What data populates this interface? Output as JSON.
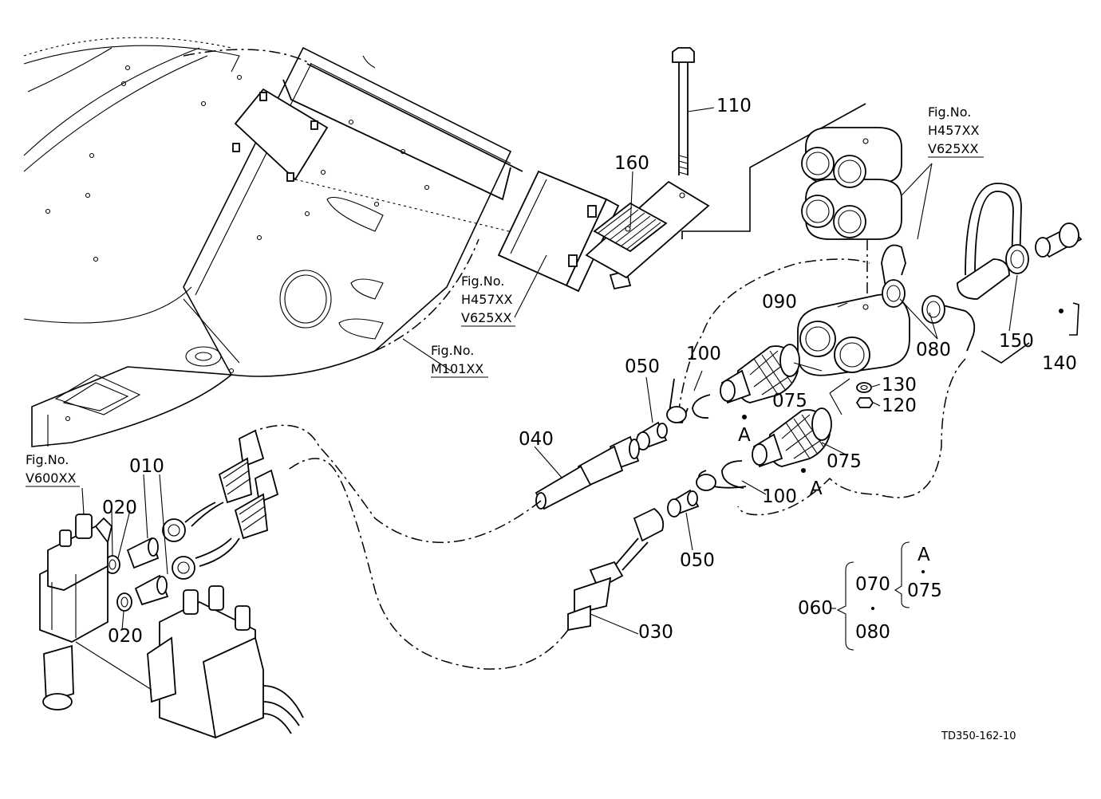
{
  "labels": {
    "l010": "010",
    "l020a": "020",
    "l020b": "020",
    "l030": "030",
    "l040": "040",
    "l050a": "050",
    "l050b": "050",
    "l060": "060",
    "l070": "070",
    "l075a": "075",
    "l075b": "075",
    "l075c": "075",
    "l080a": "080",
    "l080b": "080",
    "l090": "090",
    "l100a": "100",
    "l100b": "100",
    "l110": "110",
    "l120": "120",
    "l130": "130",
    "l140": "140",
    "l150": "150",
    "l160": "160",
    "refA1": "A",
    "refA2": "A",
    "refA3": "A"
  },
  "figrefs": {
    "fig_text": "Fig.No.",
    "h457": "H457XX",
    "v625": "V625XX",
    "m101": "M101XX",
    "v600": "V600XX"
  },
  "drawing_code": "TD350-162-10"
}
